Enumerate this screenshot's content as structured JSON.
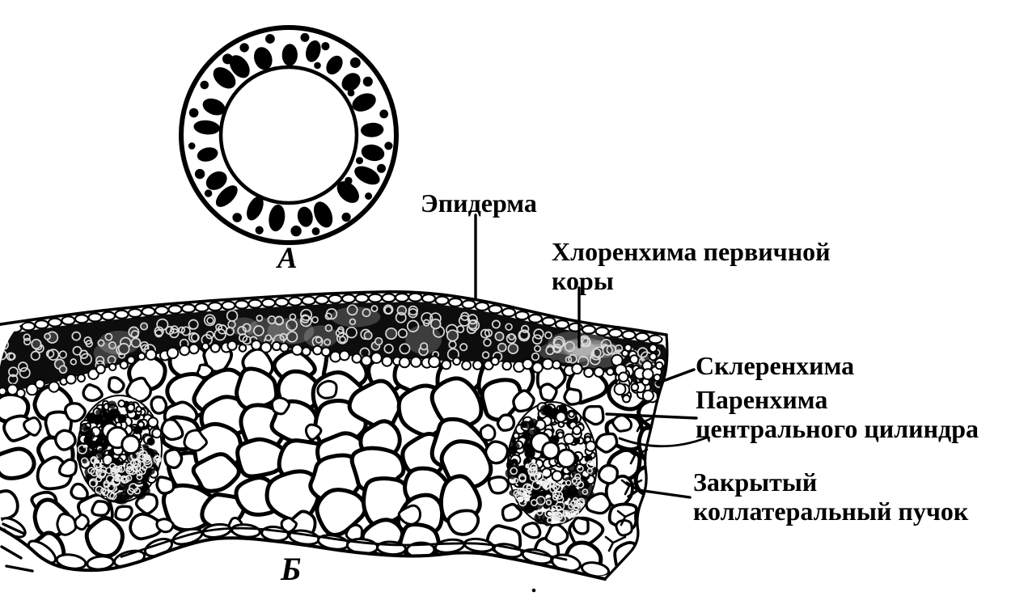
{
  "panels": {
    "a_letter": "А",
    "b_letter": "Б"
  },
  "labels": {
    "epidermis": "Эпидерма",
    "chlorenchyma_line1": "Хлоренхима первичной",
    "chlorenchyma_line2": "коры",
    "sclerenchyma": "Склеренхима",
    "parenchyma_line1": "Паренхима",
    "parenchyma_line2": "центрального цилиндра",
    "bundle_line1": "Закрытый",
    "bundle_line2": "коллатеральный пучок"
  },
  "colors": {
    "ink": "#000000",
    "paper": "#ffffff"
  }
}
